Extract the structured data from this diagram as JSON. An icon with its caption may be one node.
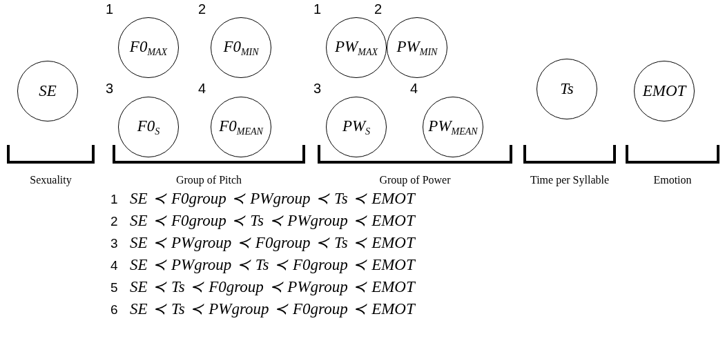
{
  "diagram": {
    "nodes": [
      {
        "text": [
          "SE"
        ]
      },
      {
        "text": [
          "F0$_{MAX}$"
        ],
        "beside": [
          "1"
        ]
      },
      {
        "text": [
          "F0$_{MIN}$"
        ],
        "beside": [
          "2"
        ]
      },
      {
        "text": [
          "F0$_{S}$"
        ],
        "beside": [
          "3"
        ]
      },
      {
        "text": [
          "F0$_{MEAN}$"
        ],
        "beside": [
          "4"
        ]
      },
      {
        "text": [
          "PW$_{MAX}$"
        ],
        "beside": [
          "1"
        ]
      },
      {
        "text": [
          "PW$_{MIN}$"
        ],
        "beside": [
          "2"
        ]
      },
      {
        "text": [
          "PW$_{S}$"
        ],
        "beside": [
          "3"
        ]
      },
      {
        "text": [
          "PW$_{MEAN}$"
        ],
        "beside": [
          "4"
        ]
      },
      {
        "text": [
          "Ts"
        ]
      },
      {
        "text": [
          "EMOT"
        ]
      }
    ],
    "labels": [
      "Sexuality",
      "Group of Pitch",
      "Group of Power",
      "Time per Syllable",
      "Emotion",
      "1",
      "SE ≺ F0group ≺ PWgroup ≺ Ts ≺ EMOT",
      "2",
      "SE ≺ F0group ≺ Ts ≺ PWgroup ≺ EMOT",
      "3",
      "SE ≺ PWgroup ≺ F0group ≺ Ts ≺ EMOT",
      "4",
      "SE ≺ PWgroup ≺ Ts ≺ F0group ≺ EMOT",
      "5",
      "SE ≺ Ts ≺ F0group ≺ PWgroup ≺ EMOT",
      "6",
      "SE ≺ Ts ≺ PWgroup ≺ F0group ≺ EMOT"
    ]
  }
}
